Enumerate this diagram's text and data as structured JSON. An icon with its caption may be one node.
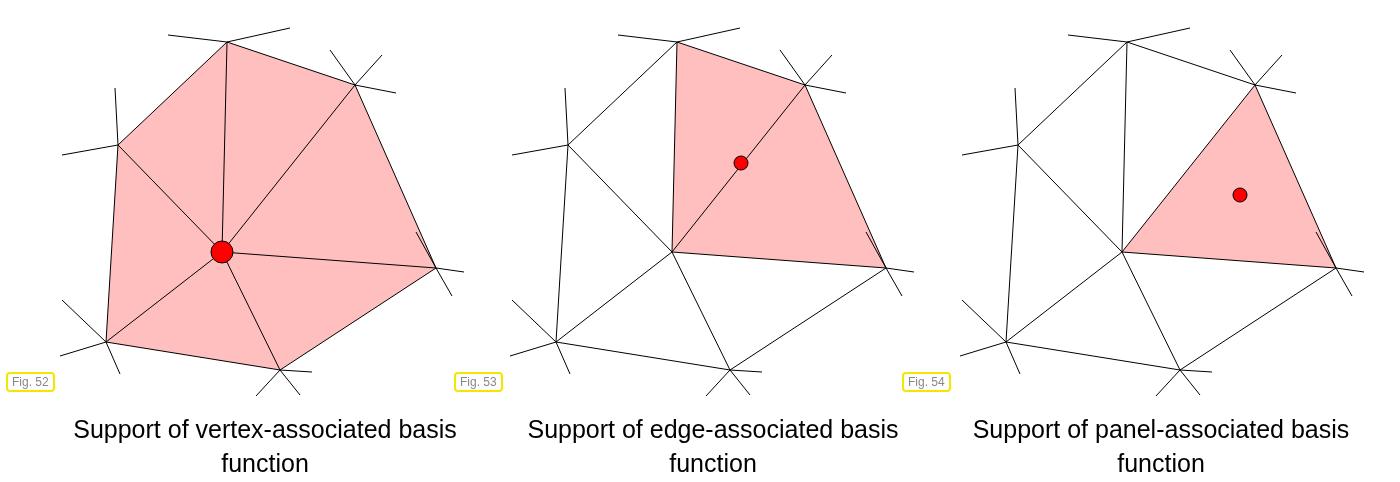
{
  "diagram": {
    "labels": [
      "Fig. 52",
      "Fig. 53",
      "Fig. 54",
      "Support of vertex-associated basis function",
      "Support of edge-associated basis function",
      "Support of panel-associated basis function"
    ]
  }
}
